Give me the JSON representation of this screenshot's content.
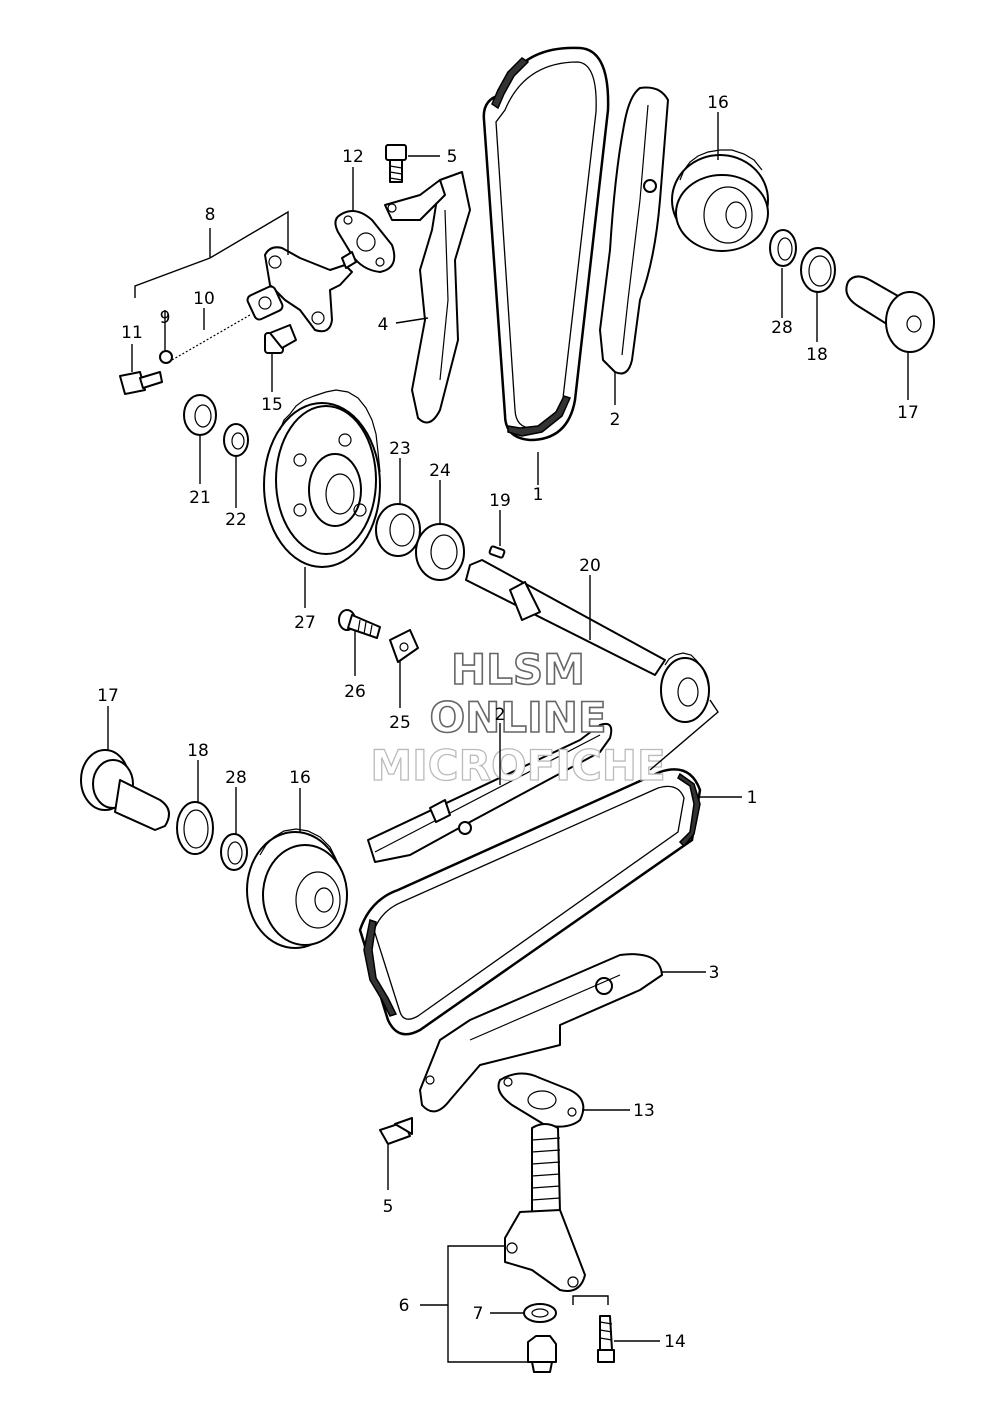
{
  "watermark": {
    "line1": "HLSM",
    "line2": "ONLINE",
    "line3": "MICROFICHE"
  },
  "callouts": {
    "c1_top": "1",
    "c1_bottom": "1",
    "c2_top": "2",
    "c2_mid": "2",
    "c3": "3",
    "c4": "4",
    "c5_top": "5",
    "c5_bottom": "5",
    "c6": "6",
    "c7": "7",
    "c8": "8",
    "c9": "9",
    "c10": "10",
    "c11": "11",
    "c12": "12",
    "c13": "13",
    "c14": "14",
    "c15": "15",
    "c16_top": "16",
    "c16_bottom": "16",
    "c17_top": "17",
    "c17_bottom": "17",
    "c18_top": "18",
    "c18_bottom": "18",
    "c19": "19",
    "c20": "20",
    "c21": "21",
    "c22": "22",
    "c23": "23",
    "c24": "24",
    "c25": "25",
    "c26": "26",
    "c27": "27",
    "c28_top": "28",
    "c28_bottom": "28"
  }
}
